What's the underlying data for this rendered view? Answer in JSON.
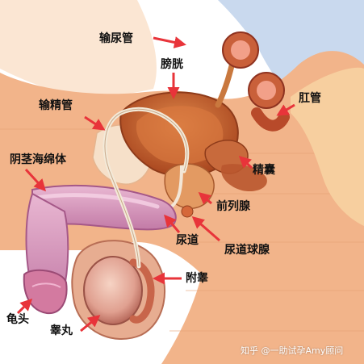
{
  "labels": {
    "ureter": "输尿管",
    "bladder": "膀胱",
    "vas_deferens": "输精管",
    "rectum": "肛管",
    "corpus_cavernosum": "阴茎海绵体",
    "seminal_vesicle": "精囊",
    "prostate": "前列腺",
    "urethra": "尿道",
    "bulbourethral_gland": "尿道球腺",
    "epididymis": "附睾",
    "glans": "龟头",
    "testis": "睾丸"
  },
  "watermark": "知乎 @一助试孕Amy顾问",
  "colors": {
    "arrow": "#e8343a",
    "tissue": "#f2b48a",
    "organ": "#c8502a",
    "penis": "#d98ab0",
    "background_blue": "#c9d9ee"
  }
}
